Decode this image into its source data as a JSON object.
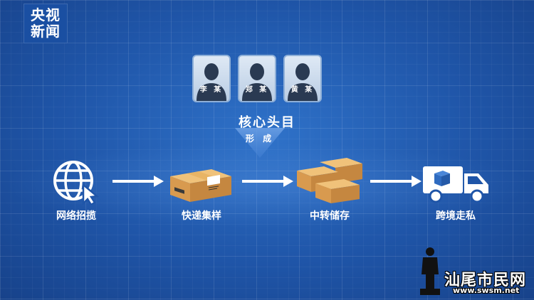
{
  "logo": {
    "line1": "央视",
    "line2": "新闻"
  },
  "persons": [
    {
      "name": "李 某",
      "icon": "person-silhouette-icon"
    },
    {
      "name": "郑 某",
      "icon": "person-silhouette-icon"
    },
    {
      "name": "黄 某",
      "icon": "person-silhouette-icon"
    }
  ],
  "core_label": "核心头目",
  "formed_label": "形 成",
  "flow": [
    {
      "label": "网络招揽",
      "icon": "globe-cursor-icon"
    },
    {
      "label": "快递集样",
      "icon": "parcel-box-icon"
    },
    {
      "label": "中转储存",
      "icon": "stacked-boxes-icon"
    },
    {
      "label": "跨境走私",
      "icon": "delivery-truck-icon"
    }
  ],
  "watermark": {
    "text": "汕尾市民网",
    "url": "www.swsm.net"
  },
  "colors": {
    "background": "#1f55a8",
    "box": "#d9a35a",
    "arrow": "#ffffff"
  }
}
